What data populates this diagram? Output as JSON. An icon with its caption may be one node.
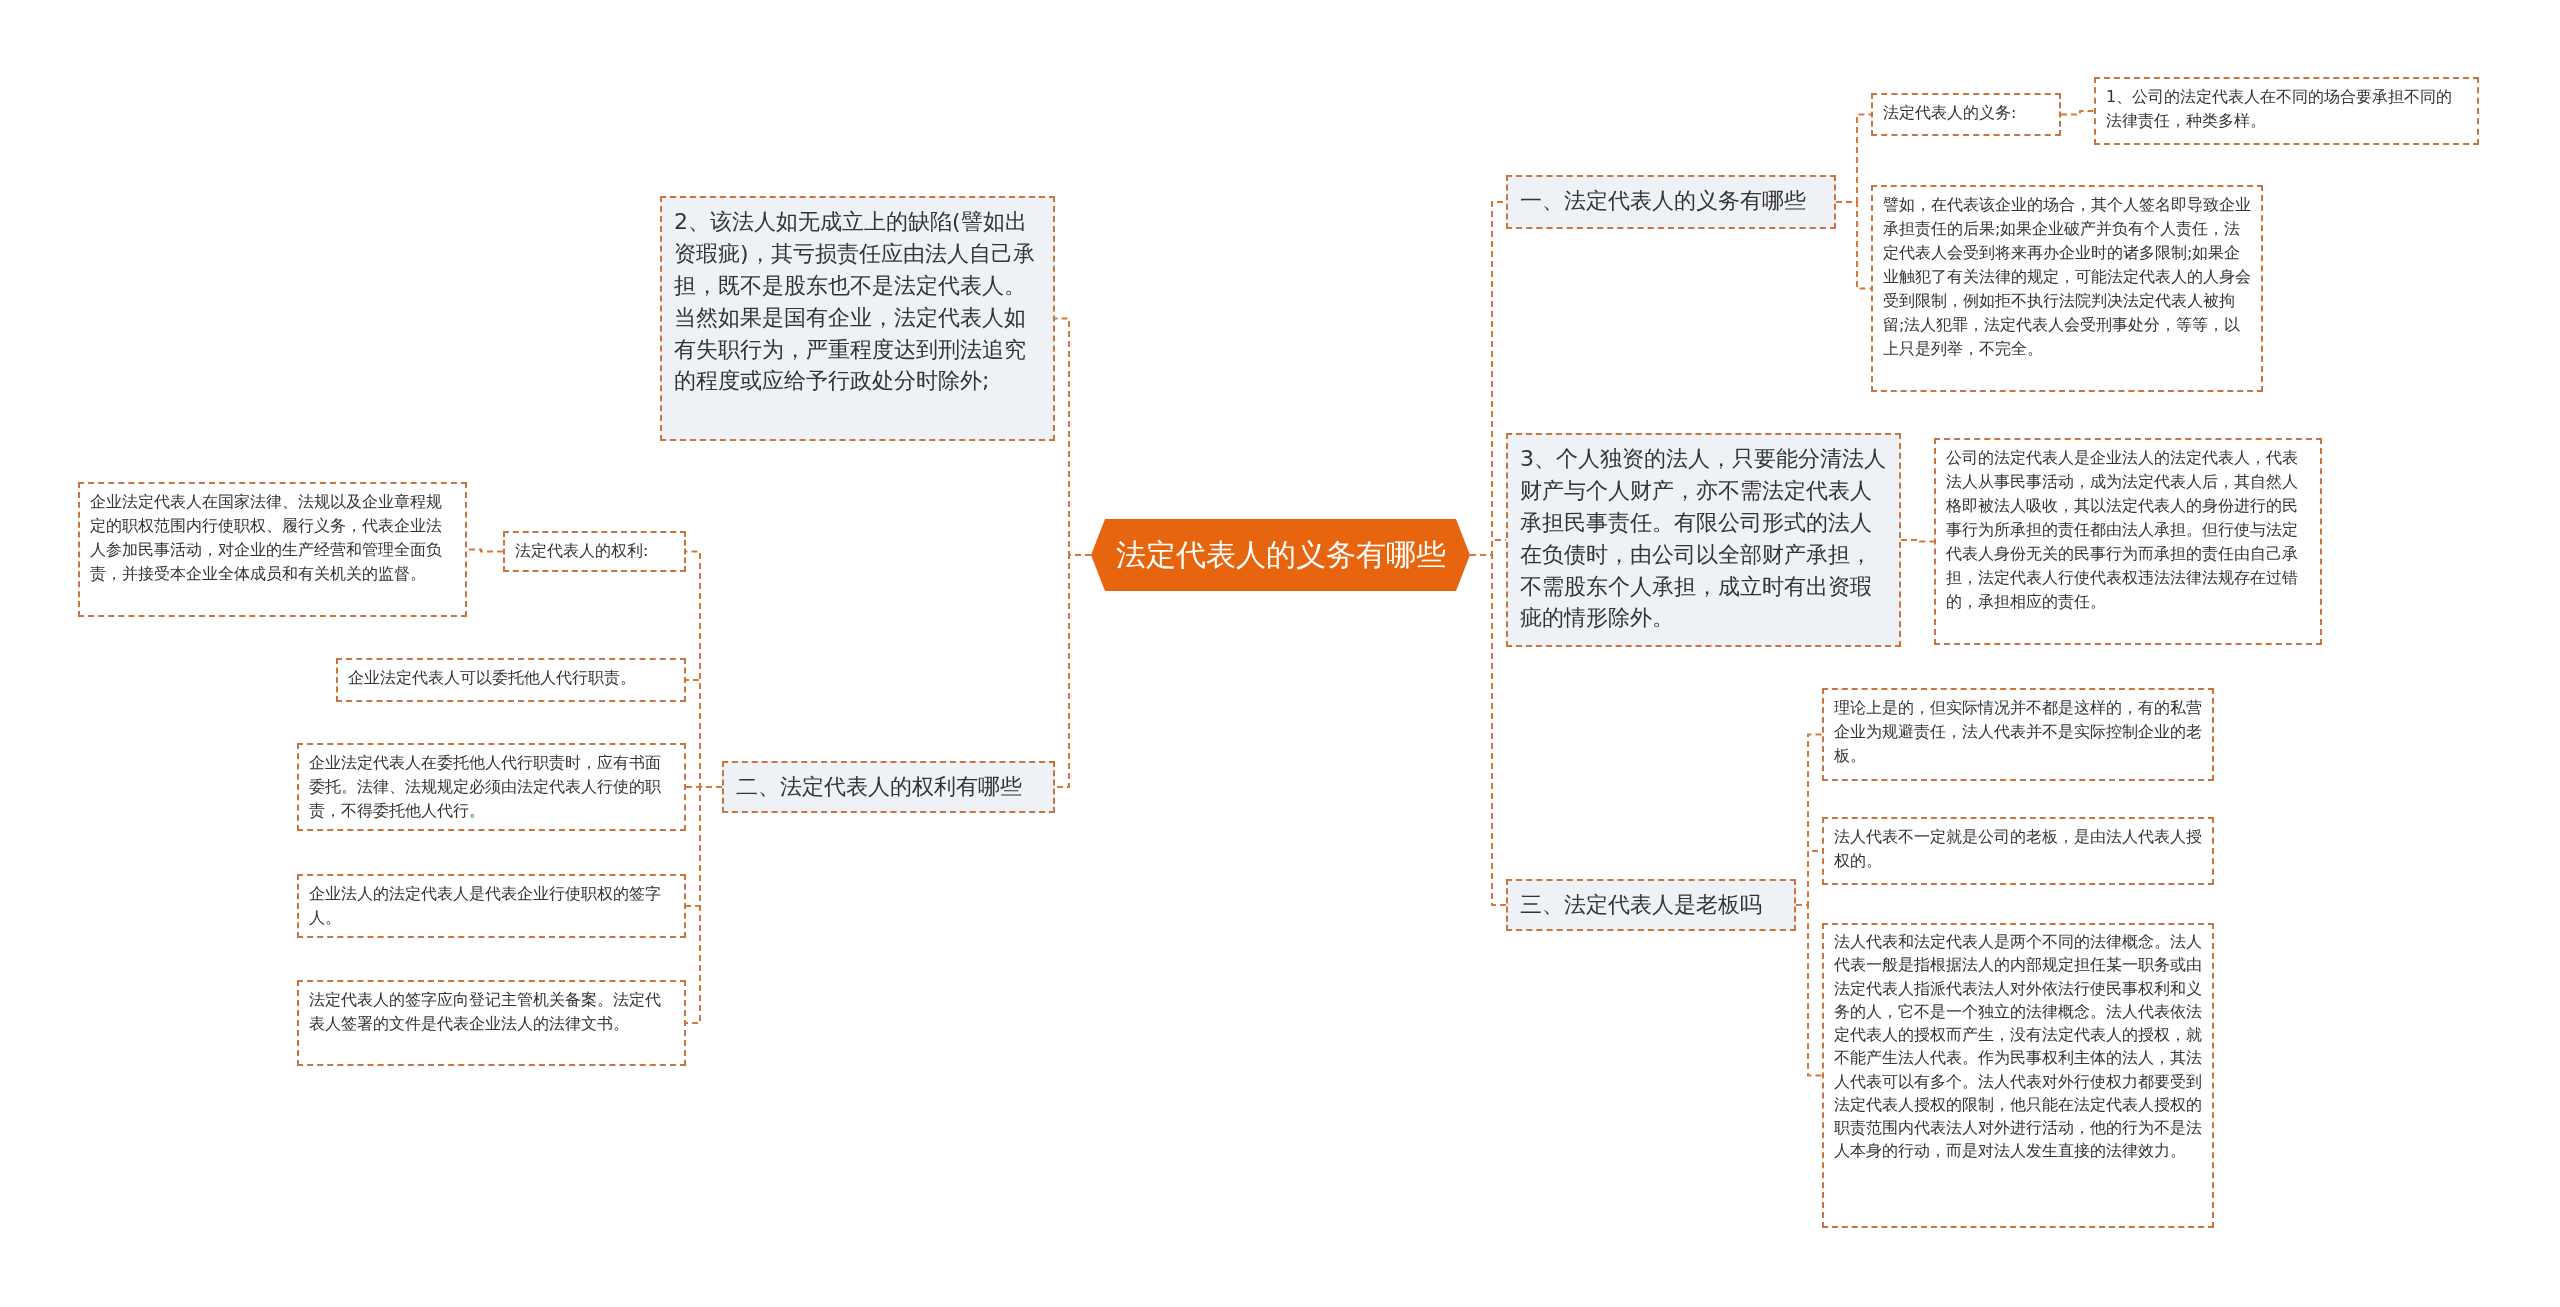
{
  "diagram": {
    "nodes": [
      {
        "text": [
          "法定代表人的义务有哪些"
        ]
      },
      {
        "text": [
          "2、该法人如无成立上的缺陷(譬如出资瑕疵)，其亏损责任应由法人自己承担，既不是股东也不是法定代表人。当然如果是国有企业，法定代表人如有失职行为，严重程度达到刑法追究的程度或应给予行政处分时除外;"
        ]
      },
      {
        "text": [
          "二、法定代表人的权利有哪些"
        ]
      },
      {
        "text": [
          "法定代表人的权利:"
        ]
      },
      {
        "text": [
          "企业法定代表人在国家法律、法规以及企业章程规定的职权范围内行使职权、履行义务，代表企业法人参加民事活动，对企业的生产经营和管理全面负责，并接受本企业全体成员和有关机关的监督。"
        ]
      },
      {
        "text": [
          "企业法定代表人可以委托他人代行职责。"
        ]
      },
      {
        "text": [
          "企业法定代表人在委托他人代行职责时，应有书面委托。法律、法规规定必须由法定代表人行使的职责，不得委托他人代行。"
        ]
      },
      {
        "text": [
          "企业法人的法定代表人是代表企业行使职权的签字人。"
        ]
      },
      {
        "text": [
          "法定代表人的签字应向登记主管机关备案。法定代表人签署的文件是代表企业法人的法律文书。"
        ]
      },
      {
        "text": [
          "一、法定代表人的义务有哪些"
        ]
      },
      {
        "text": [
          "法定代表人的义务:"
        ]
      },
      {
        "text": [
          "1、公司的法定代表人在不同的场合要承担不同的法律责任，种类多样。"
        ]
      },
      {
        "text": [
          "譬如，在代表该企业的场合，其个人签名即导致企业承担责任的后果;如果企业破产并负有个人责任，法定代表人会受到将来再办企业时的诸多限制;如果企业触犯了有关法律的规定，可能法定代表人的人身会受到限制，例如拒不执行法院判决法定代表人被拘留;法人犯罪，法定代表人会受刑事处分，等等，以上只是列举，不完全。"
        ]
      },
      {
        "text": [
          "3、个人独资的法人，只要能分清法人财产与个人财产，亦不需法定代表人承担民事责任。有限公司形式的法人在负债时，由公司以全部财产承担，不需股东个人承担，成立时有出资瑕疵的情形除外。"
        ]
      },
      {
        "text": [
          "公司的法定代表人是企业法人的法定代表人，代表法人从事民事活动，成为法定代表人后，其自然人格即被法人吸收，其以法定代表人的身份进行的民事行为所承担的责任都由法人承担。但行使与法定代表人身份无关的民事行为而承担的责任由自己承担，法定代表人行使代表权违法法律法规存在过错的，承担相应的责任。"
        ]
      },
      {
        "text": [
          "三、法定代表人是老板吗"
        ]
      },
      {
        "text": [
          "理论上是的，但实际情况并不都是这样的，有的私营企业为规避责任，法人代表并不是实际控制企业的老板。"
        ]
      },
      {
        "text": [
          "法人代表不一定就是公司的老板，是由法人代表人授权的。"
        ]
      },
      {
        "text": [
          "法人代表和法定代表人是两个不同的法律概念。法人代表一般是指根据法人的内部规定担任某一职务或由法定代表人指派代表法人对外依法行使民事权利和义务的人，它不是一个独立的法律概念。法人代表依法定代表人的授权而产生，没有法定代表人的授权，就不能产生法人代表。作为民事权利主体的法人，其法人代表可以有多个。法人代表对外行使权力都要受到法定代表人授权的限制，他只能在法定代表人授权的职责范围内代表法人对外进行活动，他的行为不是法人本身的行动，而是对法人发生直接的法律效力。"
        ]
      }
    ],
    "edges": [
      {
        "from": 0,
        "to": 1,
        "arrow": "none"
      },
      {
        "from": 0,
        "to": 2,
        "arrow": "none"
      },
      {
        "from": 2,
        "to": 3,
        "arrow": "none"
      },
      {
        "from": 3,
        "to": 4,
        "arrow": "none"
      },
      {
        "from": 2,
        "to": 5,
        "arrow": "none"
      },
      {
        "from": 2,
        "to": 6,
        "arrow": "none"
      },
      {
        "from": 2,
        "to": 7,
        "arrow": "none"
      },
      {
        "from": 2,
        "to": 8,
        "arrow": "none"
      },
      {
        "from": 0,
        "to": 9,
        "arrow": "none"
      },
      {
        "from": 9,
        "to": 10,
        "arrow": "none"
      },
      {
        "from": 10,
        "to": 11,
        "arrow": "none"
      },
      {
        "from": 9,
        "to": 12,
        "arrow": "none"
      },
      {
        "from": 0,
        "to": 13,
        "arrow": "none"
      },
      {
        "from": 13,
        "to": 14,
        "arrow": "none"
      },
      {
        "from": 0,
        "to": 15,
        "arrow": "none"
      },
      {
        "from": 15,
        "to": 16,
        "arrow": "none"
      },
      {
        "from": 15,
        "to": 17,
        "arrow": "none"
      },
      {
        "from": 15,
        "to": 18,
        "arrow": "none"
      }
    ]
  }
}
